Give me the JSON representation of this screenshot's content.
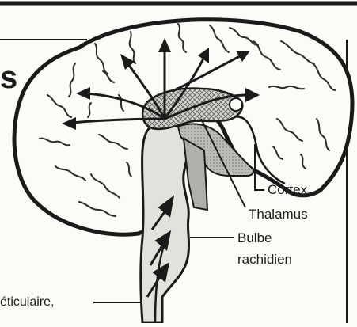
{
  "labels": {
    "cortex": "Cortex",
    "thalamus": "Thalamus",
    "bulbe_line1": "Bulbe",
    "bulbe_line2": "rachidien",
    "reticulaire_partial": "éticulaire,",
    "left_edge_partial": "s"
  },
  "colors": {
    "ink": "#1a1a1a",
    "paper": "#fbfbf7",
    "stem_fill": "#e2e2dd",
    "thalamus_fill": "#c2c2bd",
    "brace_fill": "#aaaaa5"
  }
}
